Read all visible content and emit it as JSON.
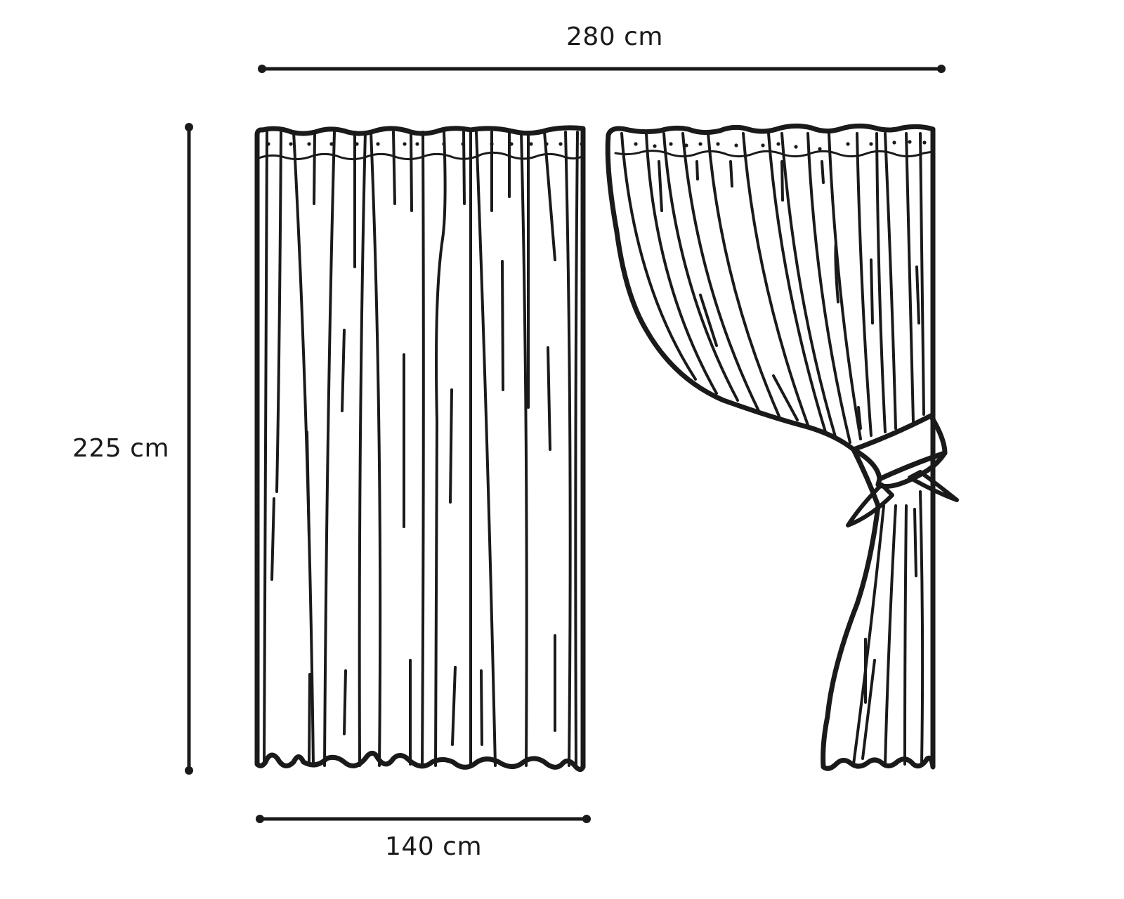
{
  "diagram": {
    "type": "product-dimension-diagram",
    "subject": "pair of curtain panels (one hanging straight, one tied back)",
    "colors": {
      "ink": "#1a1a1a",
      "background": "#ffffff"
    },
    "dimensions": {
      "total_width": {
        "label": "280 cm",
        "value": 280,
        "unit": "cm"
      },
      "height": {
        "label": "225 cm",
        "value": 225,
        "unit": "cm"
      },
      "panel_width": {
        "label": "140 cm",
        "value": 140,
        "unit": "cm"
      }
    },
    "panels": [
      {
        "name": "left-panel",
        "state": "hanging straight"
      },
      {
        "name": "right-panel",
        "state": "tied back with tie-back bow"
      }
    ]
  }
}
